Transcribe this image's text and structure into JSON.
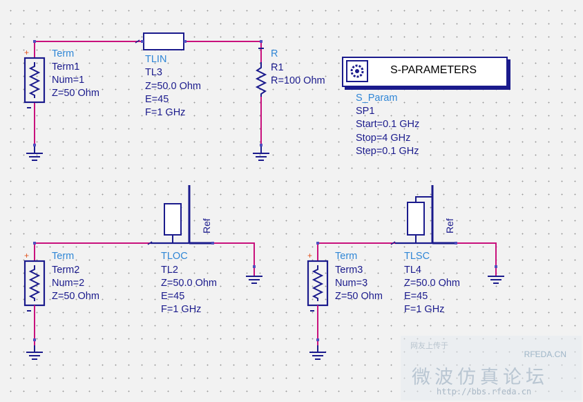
{
  "components": {
    "term1": {
      "type": "Term",
      "name": "Term1",
      "num": "Num=1",
      "z": "Z=50 Ohm"
    },
    "tlin": {
      "type": "TLIN",
      "name": "TL3",
      "z": "Z=50.0 Ohm",
      "e": "E=45",
      "f": "F=1 GHz"
    },
    "r1": {
      "type": "R",
      "name": "R1",
      "r": "R=100 Ohm"
    },
    "sparam": {
      "header": "S-PARAMETERS",
      "type": "S_Param",
      "name": "SP1",
      "start": "Start=0.1 GHz",
      "stop": "Stop=4 GHz",
      "step": "Step=0.1 GHz"
    },
    "term2": {
      "type": "Term",
      "name": "Term2",
      "num": "Num=2",
      "z": "Z=50 Ohm"
    },
    "tloc": {
      "type": "TLOC",
      "name": "TL2",
      "z": "Z=50.0 Ohm",
      "e": "E=45",
      "f": "F=1 GHz",
      "ref": "Ref"
    },
    "term3": {
      "type": "Term",
      "name": "Term3",
      "num": "Num=3",
      "z": "Z=50 Ohm"
    },
    "tlsc": {
      "type": "TLSC",
      "name": "TL4",
      "z": "Z=50.0 Ohm",
      "e": "E=45",
      "f": "F=1 GHz",
      "ref": "Ref"
    }
  },
  "watermark": {
    "top": "网友上传于",
    "brand": "RFEDA.CN",
    "chinese": "微波仿真论坛",
    "url": "http://bbs.rfeda.cn"
  },
  "colors": {
    "wire": "#c8107c",
    "component": "#1a1a8c",
    "label": "#1a1a8c",
    "title": "#2f86d6",
    "plus": "#e0521c",
    "background": "#f2f2f2"
  }
}
